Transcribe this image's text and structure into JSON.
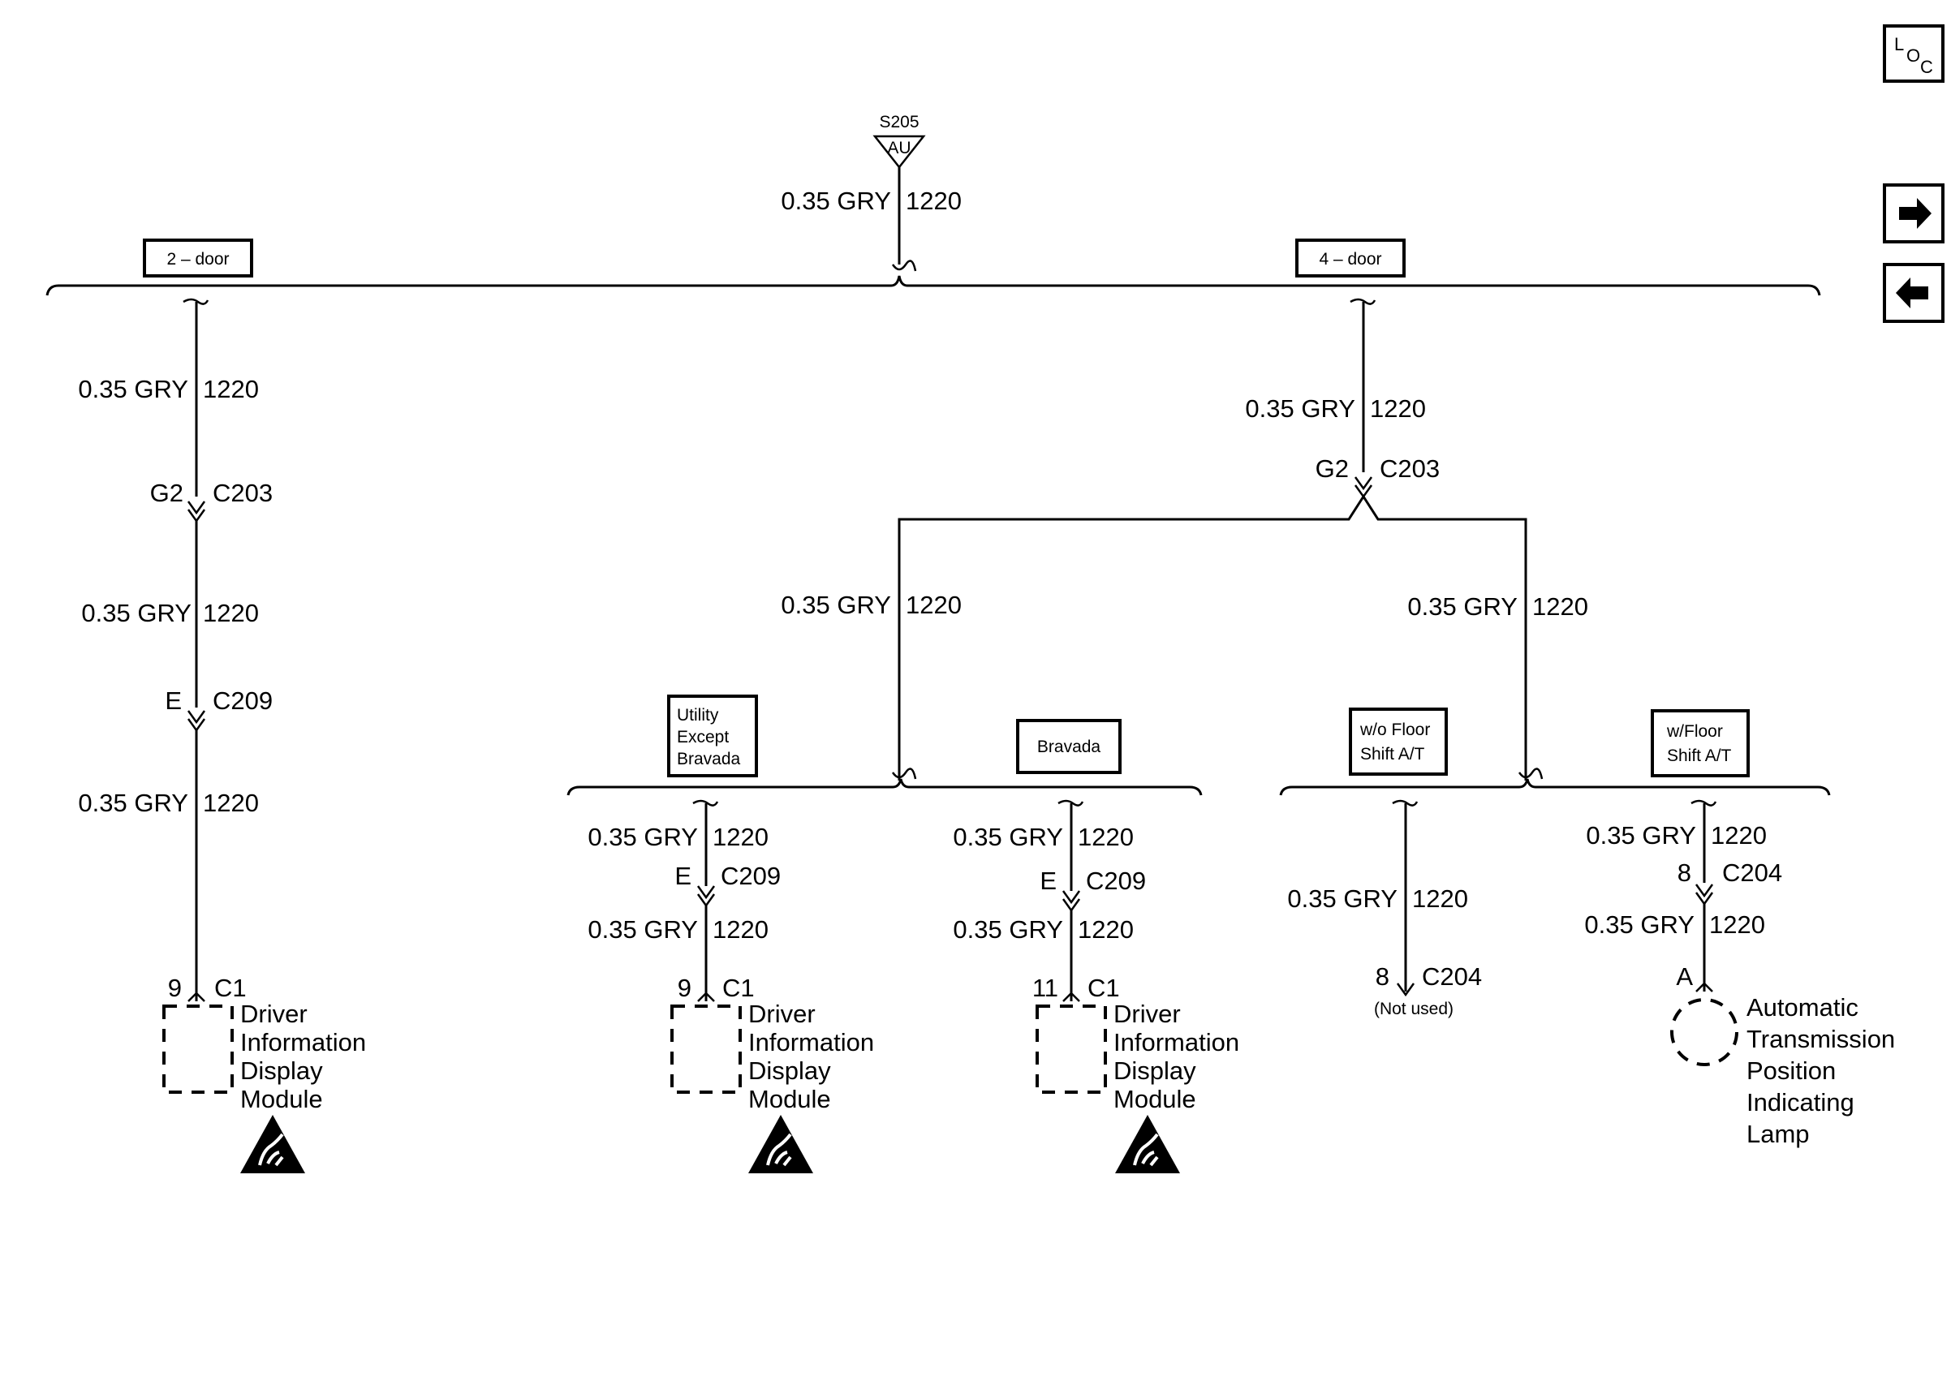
{
  "splice": {
    "name": "S205",
    "code": "AU"
  },
  "wire_label": "0.35 GRY",
  "circuit": "1220",
  "options": {
    "two_door": "2 – door",
    "four_door": "4 – door",
    "utility": [
      "Utility",
      "Except",
      "Bravada"
    ],
    "bravada": "Bravada",
    "wo_floor": [
      "w/o Floor",
      "Shift A/T"
    ],
    "w_floor": [
      "w/Floor",
      "Shift A/T"
    ]
  },
  "connectors": {
    "g2": "G2",
    "c203": "C203",
    "e": "E",
    "c209": "C209",
    "pin9": "9",
    "pin11": "11",
    "c1": "C1",
    "pin8": "8",
    "c204": "C204",
    "pinA": "A",
    "not_used": "(Not used)"
  },
  "components": {
    "did": [
      "Driver",
      "Information",
      "Display",
      "Module"
    ],
    "lamp": [
      "Automatic",
      "Transmission",
      "Position",
      "Indicating",
      "Lamp"
    ]
  },
  "nav": {
    "loc_icon": "loc-icon",
    "next_icon": "arrow-right-icon",
    "prev_icon": "arrow-left-icon",
    "loc_letters": [
      "L",
      "O",
      "C"
    ]
  }
}
